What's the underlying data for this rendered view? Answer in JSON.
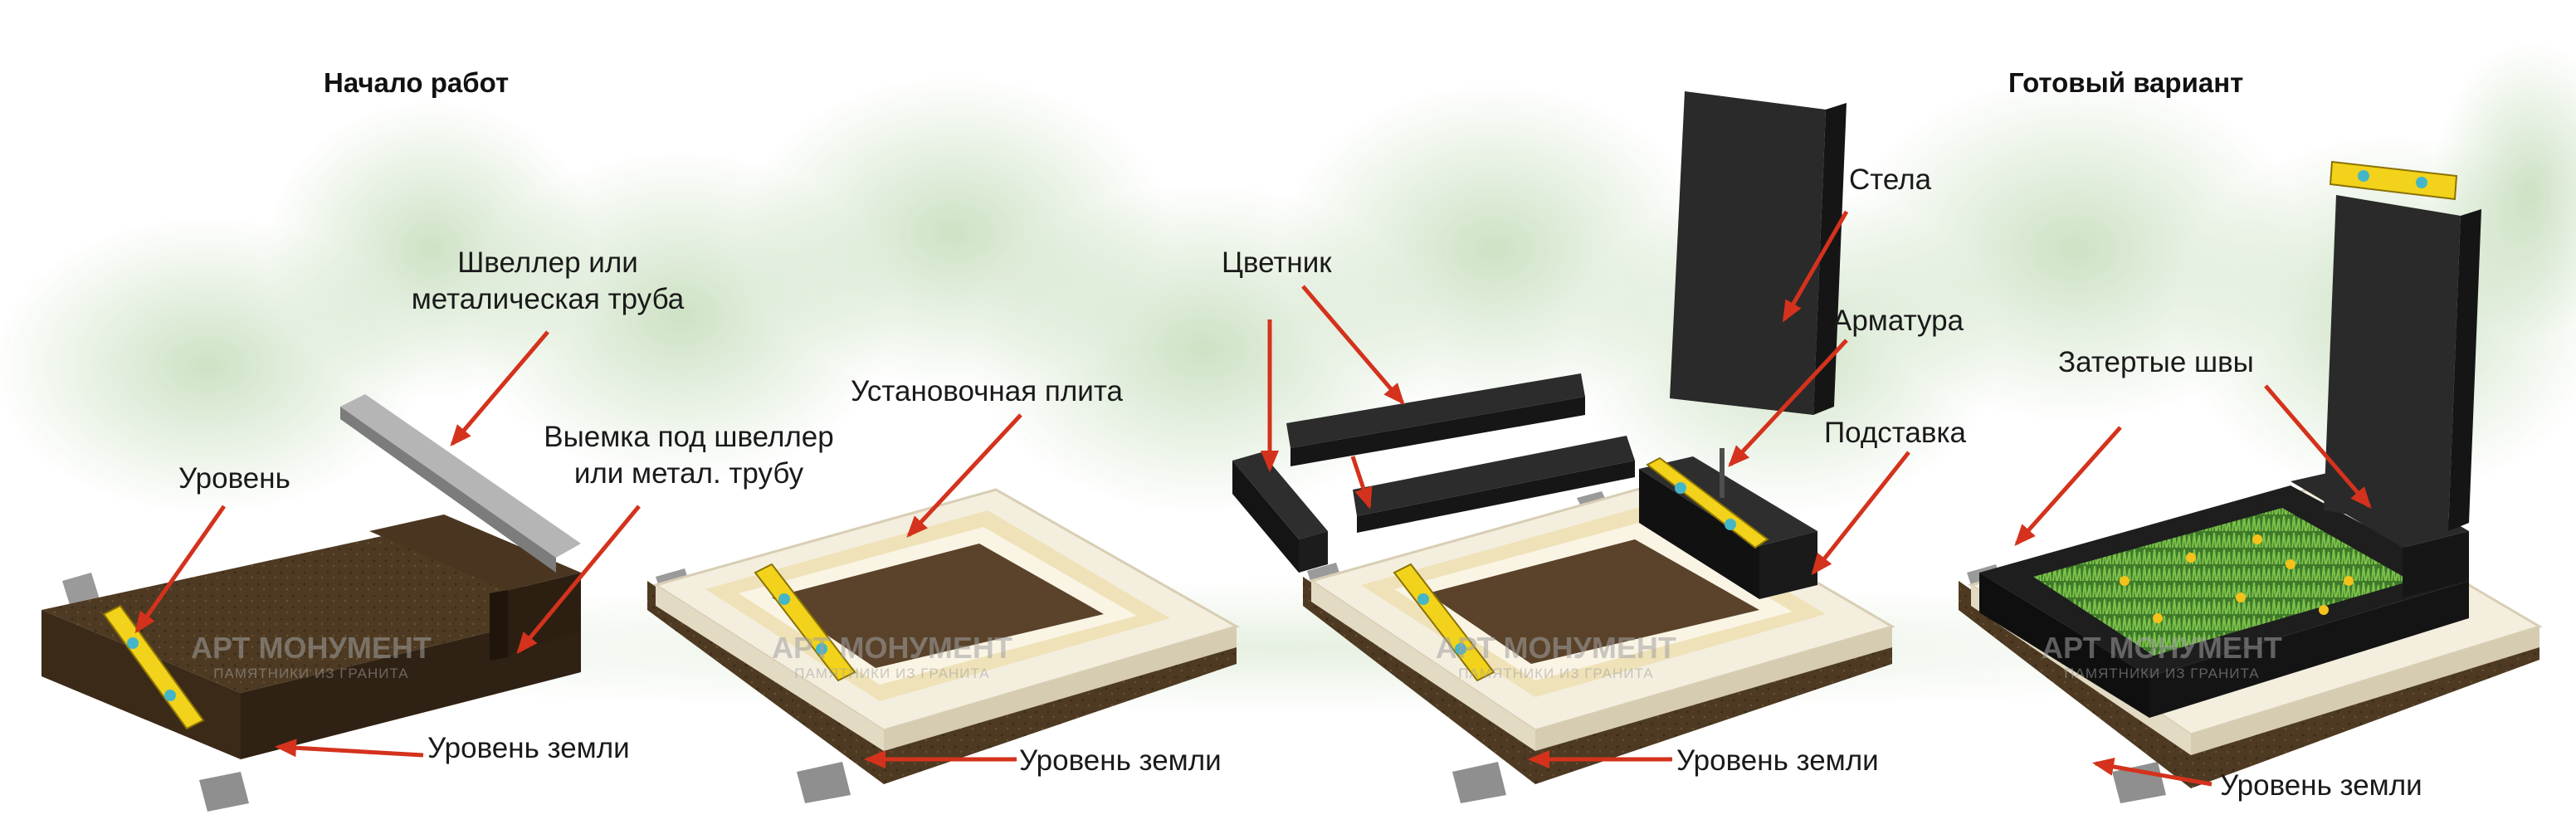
{
  "titles": {
    "start": "Начало работ",
    "final": "Готовый вариант"
  },
  "labels": {
    "channel_line1": "Швеллер или",
    "channel_line2": "металическая труба",
    "groove_line1": "Выемка под швеллер",
    "groove_line2": "или метал. трубу",
    "level": "Уровень",
    "mounting_plate": "Установочная плита",
    "flowerbed": "Цветник",
    "stele": "Стела",
    "rebar": "Арматура",
    "stand": "Подставка",
    "rubbed_seams": "Затертые швы",
    "ground_level": "Уровень земли"
  },
  "watermark": {
    "brand": "АРТ МОНУМЕНТ",
    "tagline": "ПАМЯТНИКИ ИЗ ГРАНИТА"
  },
  "colors": {
    "soil": "#4e3a22",
    "slab": "#f4eedf",
    "granite": "#2a2a2a",
    "level_tool": "#f2d21b",
    "arrow": "#d4321c",
    "foliage": "#9cc48a"
  },
  "icons": [
    "spirit-level-icon",
    "support-block-icon",
    "grass-icon",
    "flower-icon",
    "watermark-logo-icon"
  ]
}
